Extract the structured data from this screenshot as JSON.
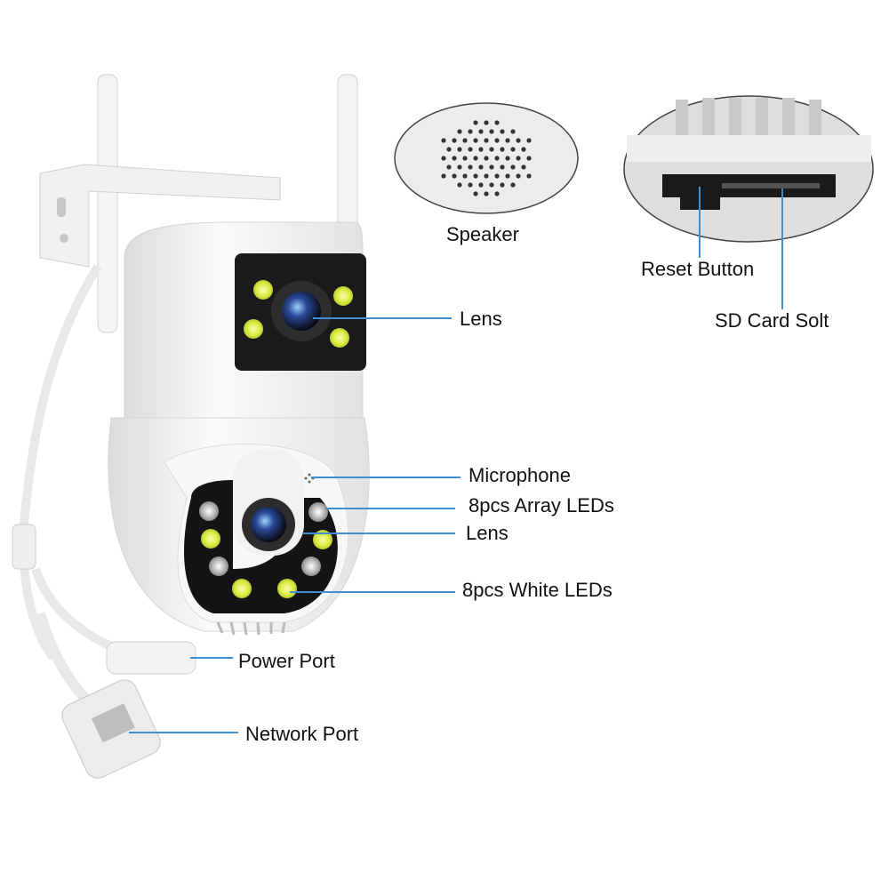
{
  "labels": {
    "speaker": "Speaker",
    "reset_button": "Reset Button",
    "sd_card_slot": "SD Card Solt",
    "lens_top": "Lens",
    "microphone": "Microphone",
    "array_leds": "8pcs Array LEDs",
    "lens_bottom": "Lens",
    "white_leds": "8pcs White LEDs",
    "power_port": "Power Port",
    "network_port": "Network Port"
  },
  "colors": {
    "leader_line": "#3b8fd4",
    "body": "#f2f2f2",
    "panel": "#1b1b1b",
    "led_white": "#e6f25a"
  }
}
